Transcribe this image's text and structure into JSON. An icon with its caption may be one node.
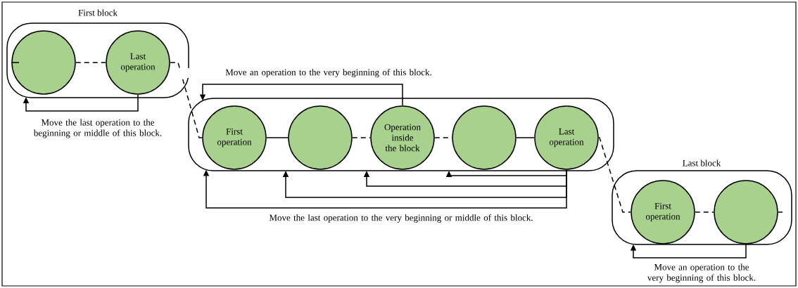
{
  "diagram": {
    "nodes": [
      {
        "text": [
          "First block"
        ]
      },
      {
        "text": [],
        "shape": "circle",
        "in": 0
      },
      {
        "text": [
          "Last operation"
        ],
        "in": 0
      },
      {
        "text": [],
        "shape": "box"
      },
      {
        "text": [
          "First operation"
        ],
        "in": 3
      },
      {
        "text": [],
        "shape": "circle",
        "in": 3
      },
      {
        "text": [
          "Operation inside the block"
        ],
        "in": 3
      },
      {
        "text": [],
        "shape": "circle",
        "in": 3
      },
      {
        "text": [
          "Last operation"
        ],
        "in": 3
      },
      {
        "text": [
          "Last block"
        ]
      },
      {
        "text": [
          "First operation"
        ],
        "in": 9
      },
      {
        "text": [],
        "shape": "circle",
        "in": 9
      }
    ],
    "edges": [
      {
        "from": null,
        "to": 1,
        "arrow": "none"
      },
      {
        "from": 1,
        "to": 2,
        "arrow": "none",
        "style": "dashed"
      },
      {
        "from": 2,
        "to": 4,
        "arrow": "none",
        "style": "dashed"
      },
      {
        "from": 4,
        "to": 5,
        "arrow": "none"
      },
      {
        "from": 5,
        "to": 6,
        "arrow": "none",
        "style": "dashed"
      },
      {
        "from": 6,
        "to": 7,
        "arrow": "none",
        "style": "dashed"
      },
      {
        "from": 7,
        "to": 8,
        "arrow": "none"
      },
      {
        "from": 8,
        "to": 10,
        "arrow": "none",
        "style": "dashed"
      },
      {
        "from": 10,
        "to": 11,
        "arrow": "none",
        "style": "dashed"
      },
      {
        "from": 11,
        "to": null,
        "arrow": "none"
      },
      {
        "from": 2,
        "to": 0,
        "arrow": "to",
        "label": "Move the last operation to the beginning or middle of this block."
      },
      {
        "from": 6,
        "to": 3,
        "arrow": "to",
        "label": "Move an operation to the very beginning of this block."
      },
      {
        "from": 8,
        "to": 3,
        "arrow": "to",
        "label": "Move the last operation to the very beginning or middle of this block."
      },
      {
        "from": 8,
        "to": 3,
        "arrow": "to"
      },
      {
        "from": 8,
        "to": 3,
        "arrow": "to"
      },
      {
        "from": 8,
        "to": 3,
        "arrow": "to"
      },
      {
        "from": 11,
        "to": 9,
        "arrow": "to",
        "label": "Move an operation to the very beginning of this block."
      }
    ]
  }
}
